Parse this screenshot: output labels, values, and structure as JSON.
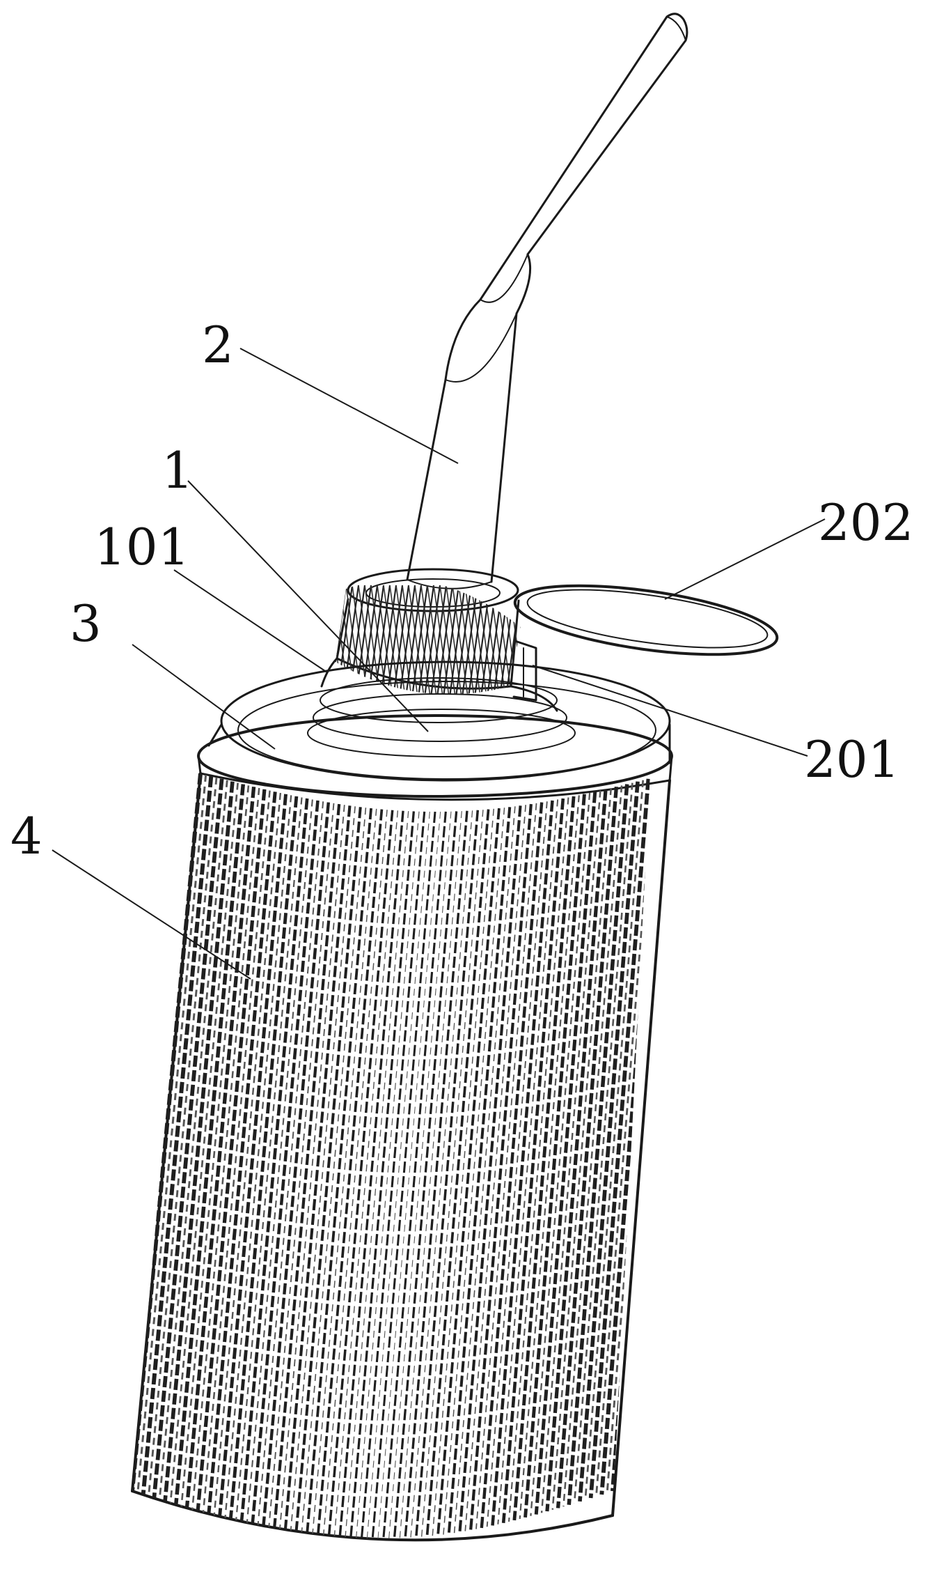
{
  "figure": {
    "labels": {
      "l2": "2",
      "l1": "1",
      "l101": "101",
      "l202": "202",
      "l3": "3",
      "l201": "201",
      "l4": "4"
    }
  }
}
